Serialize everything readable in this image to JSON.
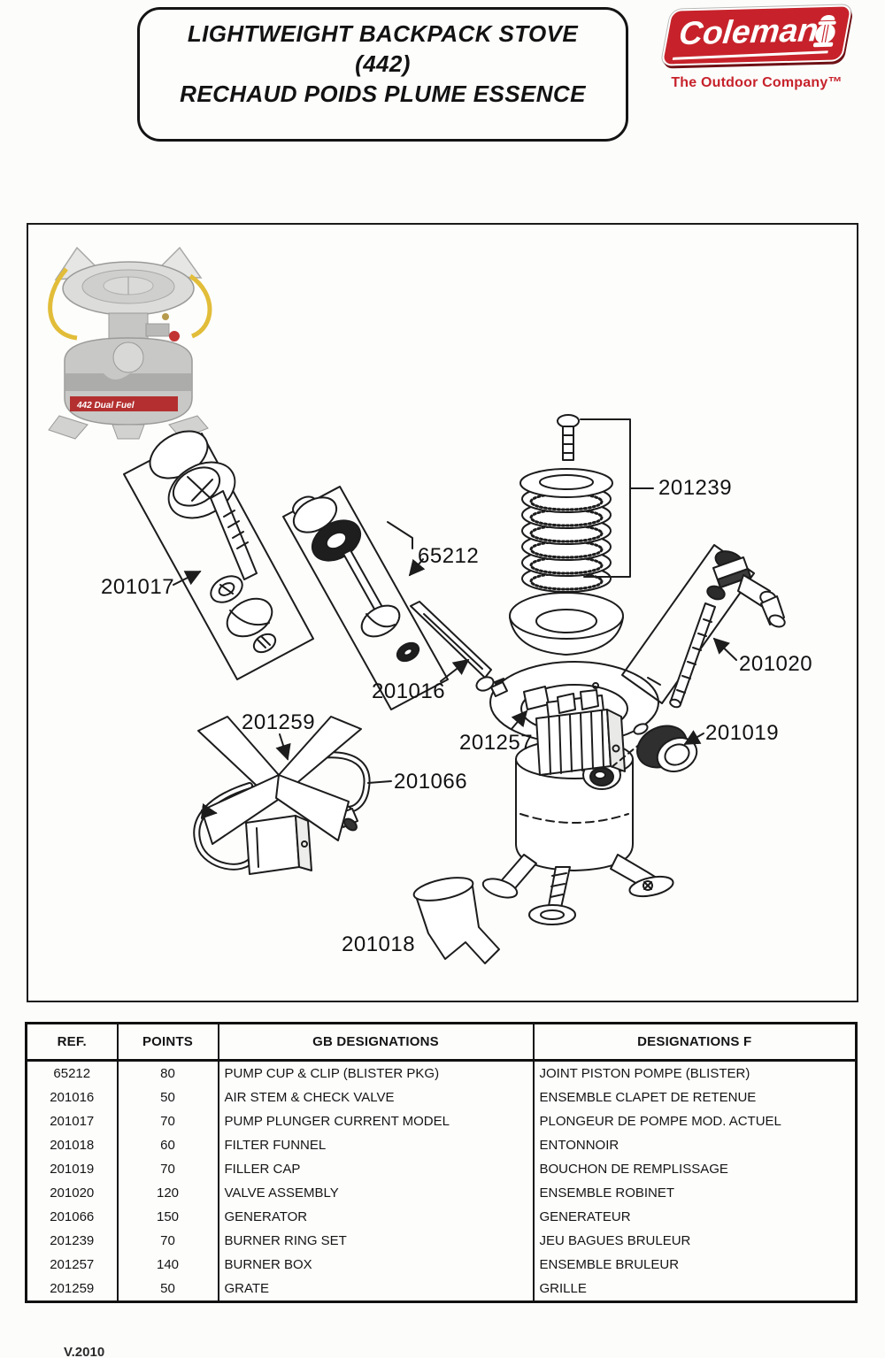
{
  "header": {
    "title_line1": "LIGHTWEIGHT BACKPACK STOVE",
    "title_line2": "(442)",
    "title_line3": "RECHAUD POIDS PLUME ESSENCE",
    "logo": {
      "brand": "Coleman",
      "tagline": "The Outdoor Company™",
      "brand_color": "#c7222b"
    }
  },
  "diagram": {
    "labels": {
      "201017": "201017",
      "65212": "65212",
      "201016": "201016",
      "201239": "201239",
      "201020": "201020",
      "201019": "201019",
      "201257": "201257",
      "201259": "201259",
      "201066": "201066",
      "201018": "201018"
    }
  },
  "table": {
    "headers": [
      "REF.",
      "POINTS",
      "GB DESIGNATIONS",
      "DESIGNATIONS F"
    ],
    "rows": [
      {
        "ref": "65212",
        "points": "80",
        "gb": "PUMP CUP & CLIP (BLISTER PKG)",
        "fr": "JOINT PISTON POMPE (BLISTER)"
      },
      {
        "ref": "201016",
        "points": "50",
        "gb": "AIR STEM & CHECK VALVE",
        "fr": "ENSEMBLE CLAPET DE RETENUE"
      },
      {
        "ref": "201017",
        "points": "70",
        "gb": "PUMP PLUNGER CURRENT MODEL",
        "fr": "PLONGEUR DE POMPE MOD. ACTUEL"
      },
      {
        "ref": "201018",
        "points": "60",
        "gb": "FILTER FUNNEL",
        "fr": "ENTONNOIR"
      },
      {
        "ref": "201019",
        "points": "70",
        "gb": "FILLER CAP",
        "fr": "BOUCHON DE REMPLISSAGE"
      },
      {
        "ref": "201020",
        "points": "120",
        "gb": "VALVE ASSEMBLY",
        "fr": "ENSEMBLE ROBINET"
      },
      {
        "ref": "201066",
        "points": "150",
        "gb": "GENERATOR",
        "fr": "GENERATEUR"
      },
      {
        "ref": "201239",
        "points": "70",
        "gb": "BURNER RING SET",
        "fr": "JEU BAGUES BRULEUR"
      },
      {
        "ref": "201257",
        "points": "140",
        "gb": "BURNER BOX",
        "fr": "ENSEMBLE BRULEUR"
      },
      {
        "ref": "201259",
        "points": "50",
        "gb": "GRATE",
        "fr": "GRILLE"
      }
    ]
  },
  "footer": {
    "version": "V.2010"
  }
}
